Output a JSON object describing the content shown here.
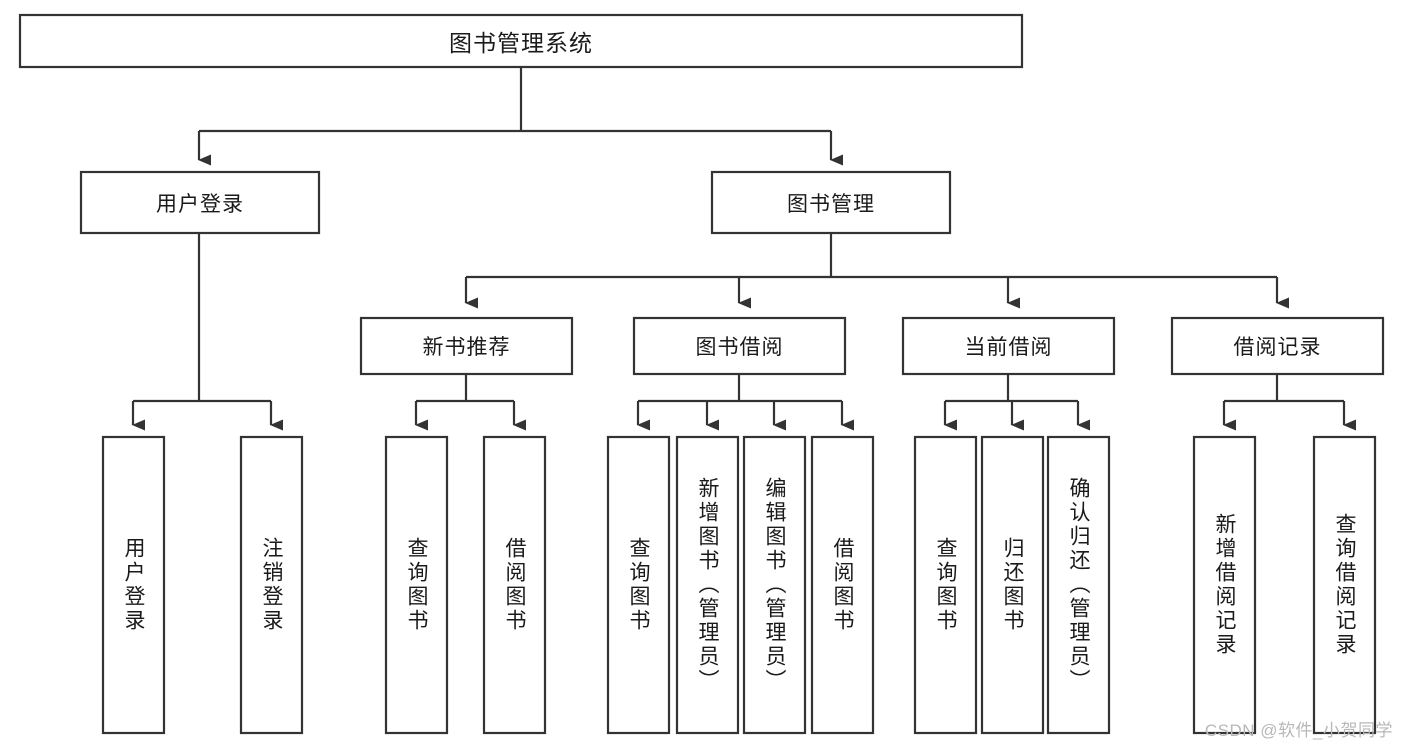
{
  "diagram": {
    "type": "hierarchy-tree",
    "title": "图书管理系统",
    "orientation": "top-down",
    "watermark": "CSDN @软件_小贺同学",
    "colors": {
      "box_stroke": "#333333",
      "box_fill": "#ffffff",
      "text": "#1a1a1a",
      "background": "#ffffff",
      "watermark": "#b8b8b8"
    },
    "levels": {
      "root": "图书管理系统",
      "level2": [
        "用户登录",
        "图书管理"
      ],
      "level3": [
        "新书推荐",
        "图书借阅",
        "当前借阅",
        "借阅记录"
      ]
    },
    "nodes": {
      "root": {
        "label": "图书管理系统"
      },
      "user_login": {
        "label": "用户登录"
      },
      "book_mgmt": {
        "label": "图书管理"
      },
      "new_book_rec": {
        "label": "新书推荐"
      },
      "book_borrow": {
        "label": "图书借阅"
      },
      "current_borrow": {
        "label": "当前借阅"
      },
      "borrow_record": {
        "label": "借阅记录"
      },
      "leaf_user_login": {
        "label": "用户登录"
      },
      "leaf_user_logout": {
        "label": "注销登录"
      },
      "leaf_query_book_1": {
        "label": "查询图书"
      },
      "leaf_borrow_book_1": {
        "label": "借阅图书"
      },
      "leaf_query_book_2": {
        "label": "查询图书"
      },
      "leaf_add_book": {
        "label": "新增图书（管理员）"
      },
      "leaf_edit_book": {
        "label": "编辑图书（管理员）"
      },
      "leaf_borrow_book_2": {
        "label": "借阅图书"
      },
      "leaf_query_book_3": {
        "label": "查询图书"
      },
      "leaf_return_book": {
        "label": "归还图书"
      },
      "leaf_confirm_return": {
        "label": "确认归还（管理员）"
      },
      "leaf_add_record": {
        "label": "新增借阅记录"
      },
      "leaf_query_record": {
        "label": "查询借阅记录"
      }
    },
    "edges": [
      {
        "from": "图书管理系统",
        "to": "用户登录"
      },
      {
        "from": "图书管理系统",
        "to": "图书管理"
      },
      {
        "from": "用户登录",
        "to": "用户登录"
      },
      {
        "from": "用户登录",
        "to": "注销登录"
      },
      {
        "from": "图书管理",
        "to": "新书推荐"
      },
      {
        "from": "图书管理",
        "to": "图书借阅"
      },
      {
        "from": "图书管理",
        "to": "当前借阅"
      },
      {
        "from": "图书管理",
        "to": "借阅记录"
      },
      {
        "from": "新书推荐",
        "to": "查询图书"
      },
      {
        "from": "新书推荐",
        "to": "借阅图书"
      },
      {
        "from": "图书借阅",
        "to": "查询图书"
      },
      {
        "from": "图书借阅",
        "to": "新增图书（管理员）"
      },
      {
        "from": "图书借阅",
        "to": "编辑图书（管理员）"
      },
      {
        "from": "图书借阅",
        "to": "借阅图书"
      },
      {
        "from": "当前借阅",
        "to": "查询图书"
      },
      {
        "from": "当前借阅",
        "to": "归还图书"
      },
      {
        "from": "当前借阅",
        "to": "确认归还（管理员）"
      },
      {
        "from": "借阅记录",
        "to": "新增借阅记录"
      },
      {
        "from": "借阅记录",
        "to": "查询借阅记录"
      }
    ]
  }
}
